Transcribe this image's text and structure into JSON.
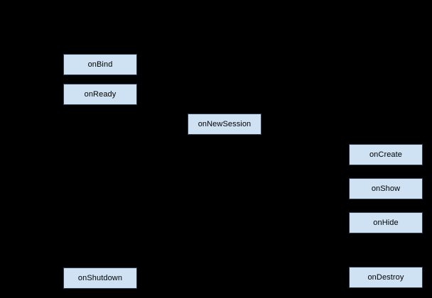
{
  "diagram": {
    "description": "Service lifecycle flowchart on black background; connector arrows not visible",
    "colors": {
      "background": "#000000",
      "node_fill": "#cfe2f3",
      "node_border": "#2f3e4e",
      "node_text": "#000000"
    },
    "nodes": [
      {
        "id": "onBind",
        "label": "onBind"
      },
      {
        "id": "onReady",
        "label": "onReady"
      },
      {
        "id": "onNewSession",
        "label": "onNewSession"
      },
      {
        "id": "onCreate",
        "label": "onCreate"
      },
      {
        "id": "onShow",
        "label": "onShow"
      },
      {
        "id": "onHide",
        "label": "onHide"
      },
      {
        "id": "onShutdown",
        "label": "onShutdown"
      },
      {
        "id": "onDestroy",
        "label": "onDestroy"
      }
    ]
  }
}
